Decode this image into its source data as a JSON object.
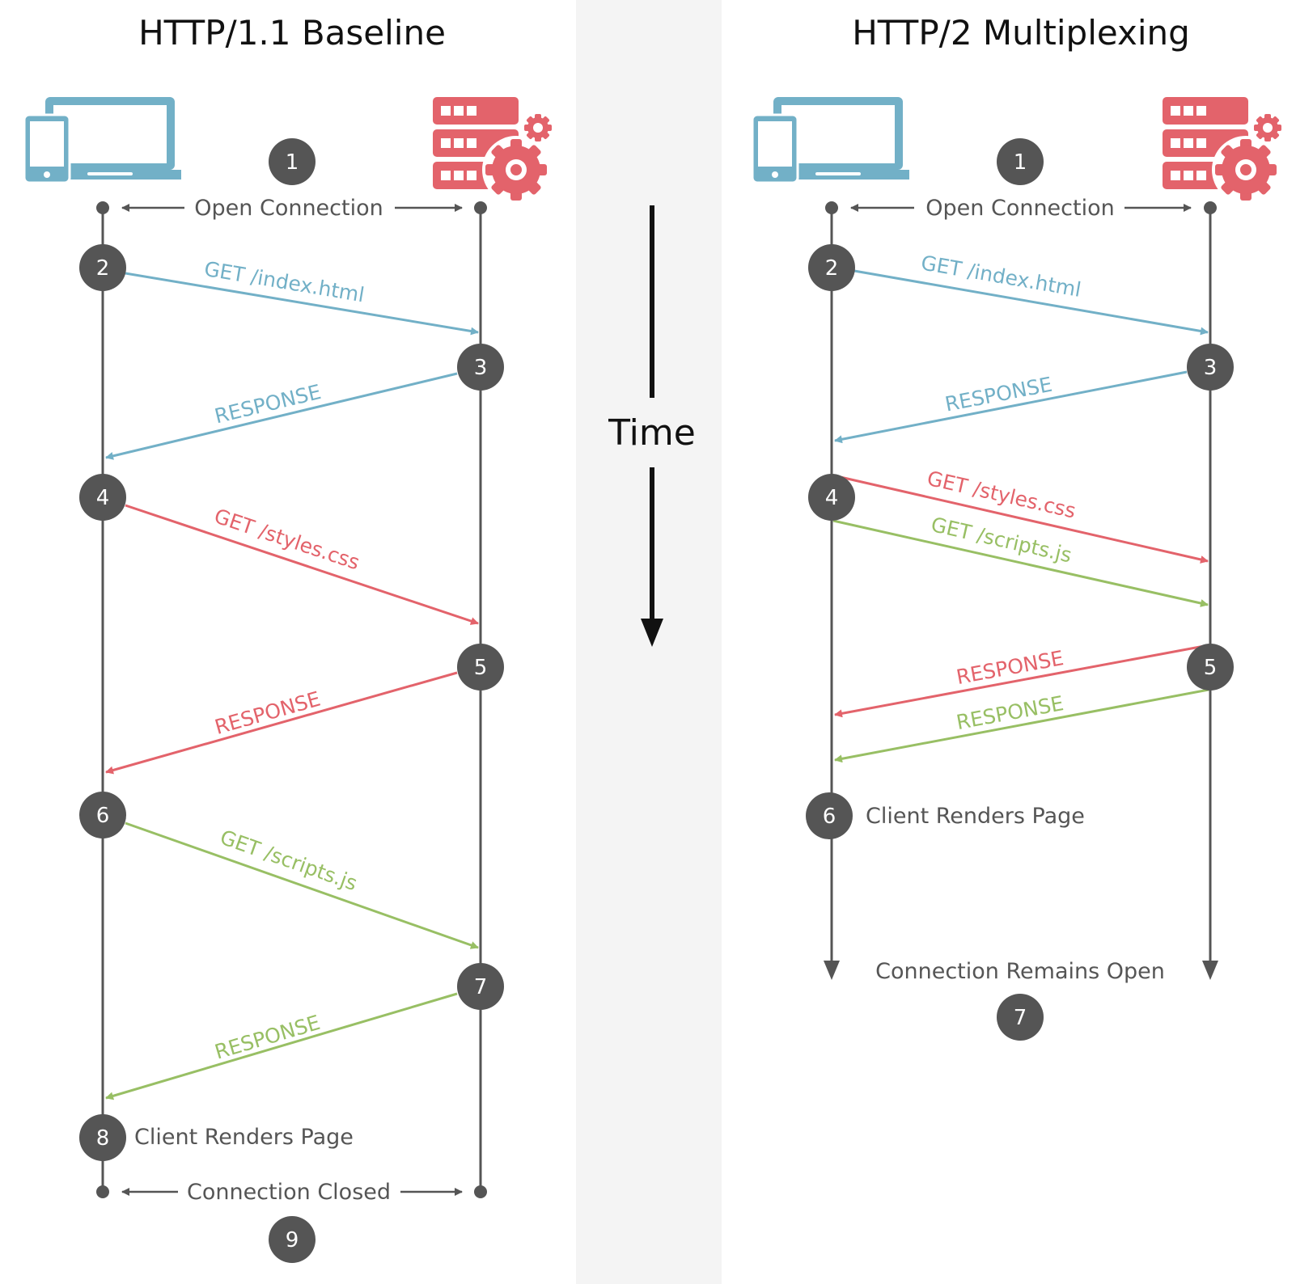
{
  "colors": {
    "blue": "#72b0c7",
    "red": "#e3636b",
    "green": "#98bf64",
    "dark": "#555555",
    "band": "#f4f4f4"
  },
  "time_label": "Time",
  "panels": [
    {
      "title": "HTTP/1.1 Baseline",
      "client_icon": "devices-icon",
      "server_icon": "server-gear-icon",
      "steps": [
        "1",
        "2",
        "3",
        "4",
        "5",
        "6",
        "7",
        "8",
        "9"
      ],
      "open_label": "Open Connection",
      "close_label": "Connection Closed",
      "render_label": "Client Renders Page",
      "messages": [
        {
          "label": "GET /index.html",
          "color": "blue",
          "direction": "client-to-server"
        },
        {
          "label": "RESPONSE",
          "color": "blue",
          "direction": "server-to-client"
        },
        {
          "label": "GET /styles.css",
          "color": "red",
          "direction": "client-to-server"
        },
        {
          "label": "RESPONSE",
          "color": "red",
          "direction": "server-to-client"
        },
        {
          "label": "GET /scripts.js",
          "color": "green",
          "direction": "client-to-server"
        },
        {
          "label": "RESPONSE",
          "color": "green",
          "direction": "server-to-client"
        }
      ]
    },
    {
      "title": "HTTP/2 Multiplexing",
      "client_icon": "devices-icon",
      "server_icon": "server-gear-icon",
      "steps": [
        "1",
        "2",
        "3",
        "4",
        "5",
        "6",
        "7"
      ],
      "open_label": "Open Connection",
      "remain_label": "Connection Remains Open",
      "render_label": "Client Renders Page",
      "messages": [
        {
          "label": "GET /index.html",
          "color": "blue",
          "direction": "client-to-server"
        },
        {
          "label": "RESPONSE",
          "color": "blue",
          "direction": "server-to-client"
        },
        {
          "label": "GET /styles.css",
          "color": "red",
          "direction": "client-to-server"
        },
        {
          "label": "GET /scripts.js",
          "color": "green",
          "direction": "client-to-server"
        },
        {
          "label": "RESPONSE",
          "color": "red",
          "direction": "server-to-client"
        },
        {
          "label": "RESPONSE",
          "color": "green",
          "direction": "server-to-client"
        }
      ]
    }
  ]
}
